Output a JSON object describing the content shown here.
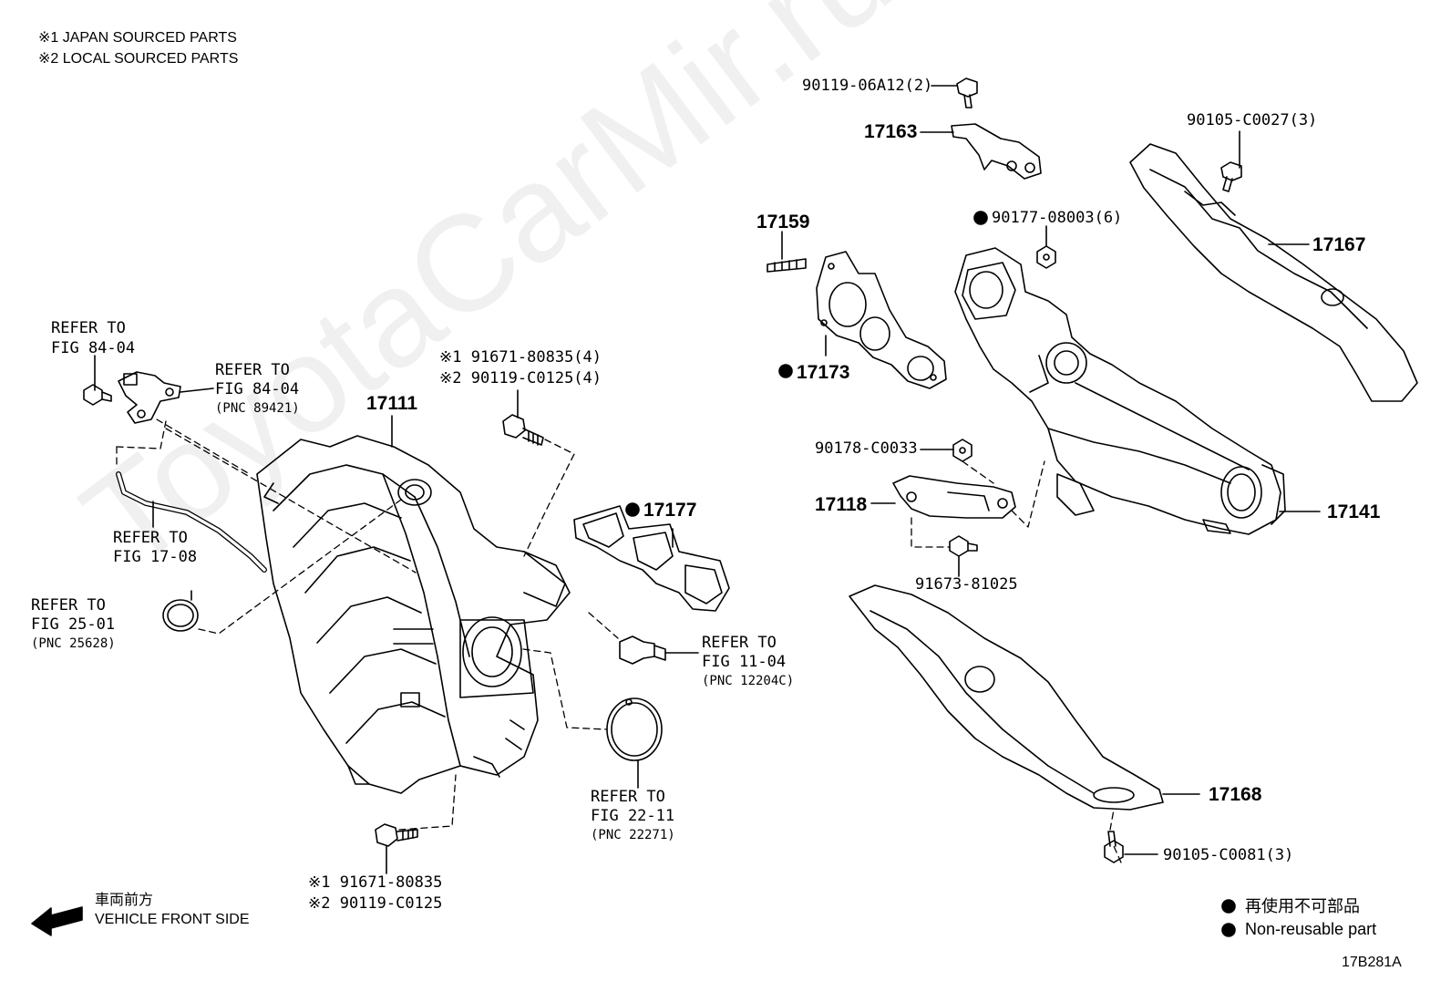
{
  "notes": {
    "n1": "※1 JAPAN SOURCED PARTS",
    "n2": "※2 LOCAL SOURCED PARTS"
  },
  "watermark": "ToyotaCarMir.ru",
  "labels": {
    "ref_84_04_a_1": "REFER TO",
    "ref_84_04_a_2": "FIG 84-04",
    "ref_84_04_b_1": "REFER TO",
    "ref_84_04_b_2": "FIG 84-04",
    "ref_84_04_b_3": "(PNC 89421)",
    "ref_17_08_1": "REFER TO",
    "ref_17_08_2": "FIG 17-08",
    "ref_25_01_1": "REFER TO",
    "ref_25_01_2": "FIG 25-01",
    "ref_25_01_3": "(PNC 25628)",
    "ref_11_04_1": "REFER TO",
    "ref_11_04_2": "FIG 11-04",
    "ref_11_04_3": "(PNC 12204C)",
    "ref_22_11_1": "REFER TO",
    "ref_22_11_2": "FIG 22-11",
    "ref_22_11_3": "(PNC 22271)",
    "bolt_top_1": "※1 91671-80835(4)",
    "bolt_top_2": "※2 90119-C0125(4)",
    "bolt_bot_1": "※1 91671-80835",
    "bolt_bot_2": "※2 90119-C0125",
    "p17111": "17111",
    "p17177": "17177",
    "p90119_06a12": "90119-06A12(2)",
    "p17163": "17163",
    "p90105_c0027": "90105-C0027(3)",
    "p17159": "17159",
    "p90177_08003": "90177-08003(6)",
    "p17167": "17167",
    "p17173": "17173",
    "p90178_c0033": "90178-C0033",
    "p17118": "17118",
    "p17141": "17141",
    "p91673_81025": "91673-81025",
    "p17168": "17168",
    "p90105_c0081": "90105-C0081(3)"
  },
  "front": {
    "jp": "車両前方",
    "en": "VEHICLE FRONT SIDE"
  },
  "legend": {
    "jp": "再使用不可部品",
    "en": "Non-reusable part"
  },
  "figure_id": "17B281A"
}
